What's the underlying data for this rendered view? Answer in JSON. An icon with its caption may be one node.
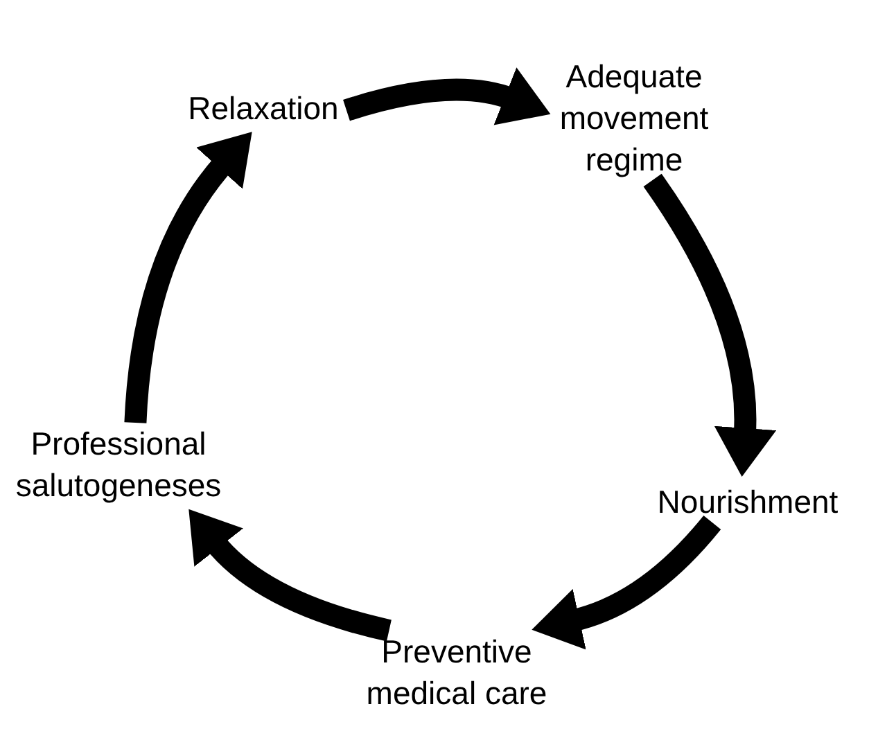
{
  "diagram": {
    "nodes": [
      {
        "text": [
          "Relaxation"
        ]
      },
      {
        "text": [
          "Adequate movement regime"
        ]
      },
      {
        "text": [
          "Professional salutogeneses"
        ]
      },
      {
        "text": [
          "Nourishment"
        ]
      },
      {
        "text": [
          "Preventive medical care"
        ]
      }
    ],
    "edges": [
      {
        "from": 0,
        "to": 1,
        "arrow": "to"
      },
      {
        "from": 1,
        "to": 3,
        "arrow": "to"
      },
      {
        "from": 3,
        "to": 4,
        "arrow": "to"
      },
      {
        "from": 4,
        "to": 2,
        "arrow": "to"
      },
      {
        "from": 2,
        "to": 0,
        "arrow": "to"
      }
    ]
  }
}
